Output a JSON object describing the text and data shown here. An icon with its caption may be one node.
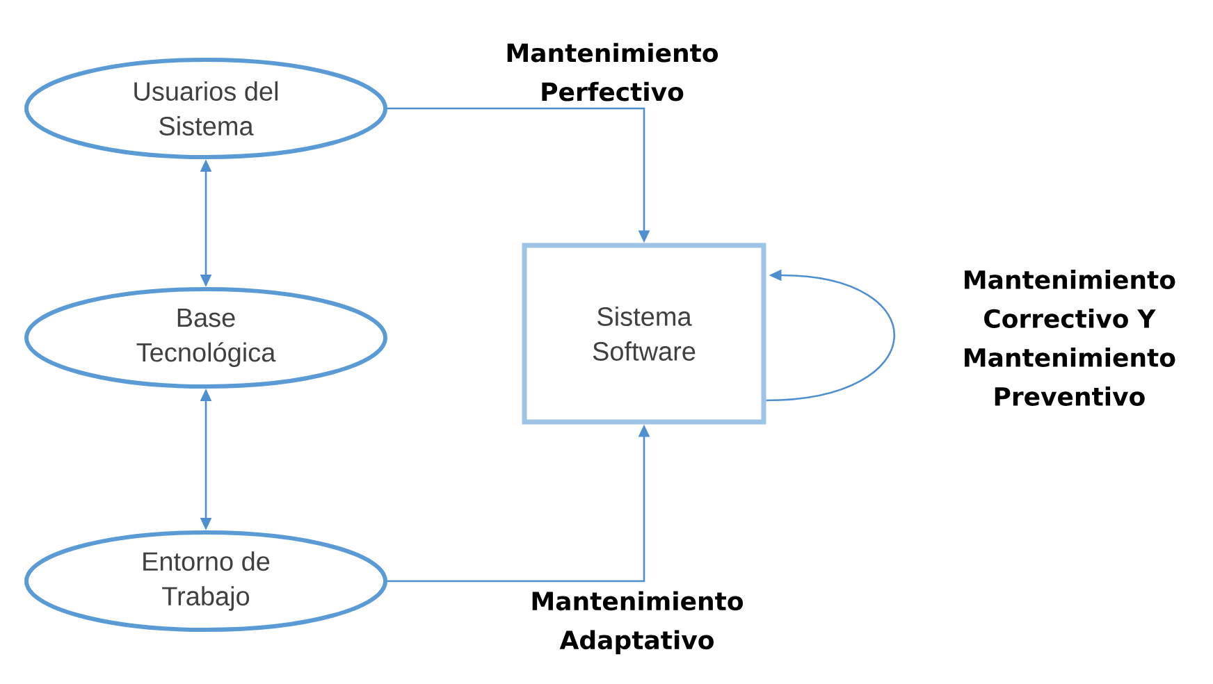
{
  "diagram": {
    "nodes": [
      {
        "text": [
          "Usuarios del Sistema"
        ]
      },
      {
        "text": [
          "Base Tecnológica"
        ]
      },
      {
        "text": [
          "Entorno de Trabajo"
        ]
      },
      {
        "text": [
          "Sistema Software"
        ]
      }
    ],
    "edges": [
      {
        "from": 0,
        "to": 1,
        "arrow": "both"
      },
      {
        "from": 1,
        "to": 2,
        "arrow": "both"
      },
      {
        "from": 0,
        "to": 3,
        "arrow": "to",
        "label": "Mantenimiento Perfectivo"
      },
      {
        "from": 2,
        "to": 3,
        "arrow": "to",
        "label": "Mantenimiento Adaptativo"
      },
      {
        "from": 3,
        "to": 3,
        "arrow": "to",
        "label": "Mantenimiento Correctivo Y Mantenimiento Preventivo"
      }
    ]
  }
}
